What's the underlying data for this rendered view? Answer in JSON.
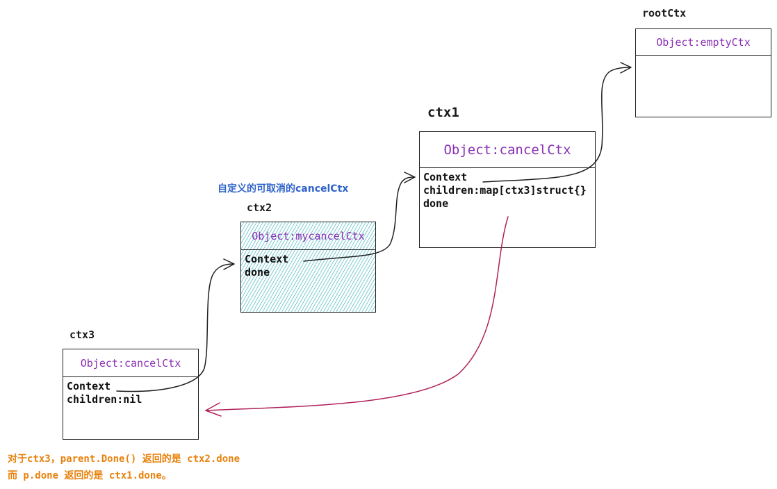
{
  "colors": {
    "stroke": "#1e1e1e",
    "object_header": "#8a2fb5",
    "annotation": "#2f63c9",
    "note": "#e8810b",
    "done_arrow": "#b0205a",
    "hatch": "#12a2b0"
  },
  "root": {
    "label": "rootCtx",
    "header": "Object:emptyCtx"
  },
  "ctx1": {
    "label": "ctx1",
    "header": "Object:cancelCtx",
    "fields": [
      "Context",
      "children:map[ctx3]struct{}",
      "done"
    ]
  },
  "ctx2": {
    "label": "ctx2",
    "header": "Object:mycancelCtx",
    "fields": [
      "Context",
      "done"
    ],
    "annotation": "自定义的可取消的cancelCtx"
  },
  "ctx3": {
    "label": "ctx3",
    "header": "Object:cancelCtx",
    "fields": [
      "Context",
      "children:nil"
    ]
  },
  "note": {
    "line1": "对于ctx3，parent.Done() 返回的是 ctx2.done",
    "line2": "而 p.done 返回的是 ctx1.done。"
  }
}
